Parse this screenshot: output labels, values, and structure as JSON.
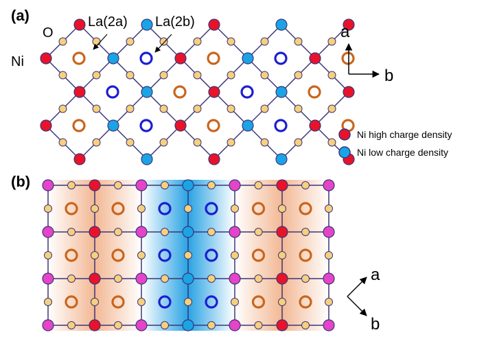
{
  "panel_labels": {
    "a": "(a)",
    "b": "(b)"
  },
  "site_labels": {
    "oxygen": "O",
    "nickel": "Ni",
    "la_2a": "La(2a)",
    "la_2b": "La(2b)"
  },
  "axes_top": {
    "a": "a",
    "b": "b"
  },
  "axes_bottom": {
    "a": "a",
    "b": "b"
  },
  "legend": [
    {
      "label": "Ni high charge density",
      "color": "#e8132a"
    },
    {
      "label": "Ni low charge density",
      "color": "#1aa4e6"
    }
  ],
  "colors": {
    "ni_high": "#e8132a",
    "ni_low": "#1aa4e6",
    "ni_mid": "#e544c8",
    "oxygen": "#f6d07c",
    "la_2a": "#c9651c",
    "la_2b": "#1c1ed0",
    "bond": "#3b3578",
    "stripe_orange": "#f2b48e",
    "stripe_blue": "#1e9ee2"
  }
}
